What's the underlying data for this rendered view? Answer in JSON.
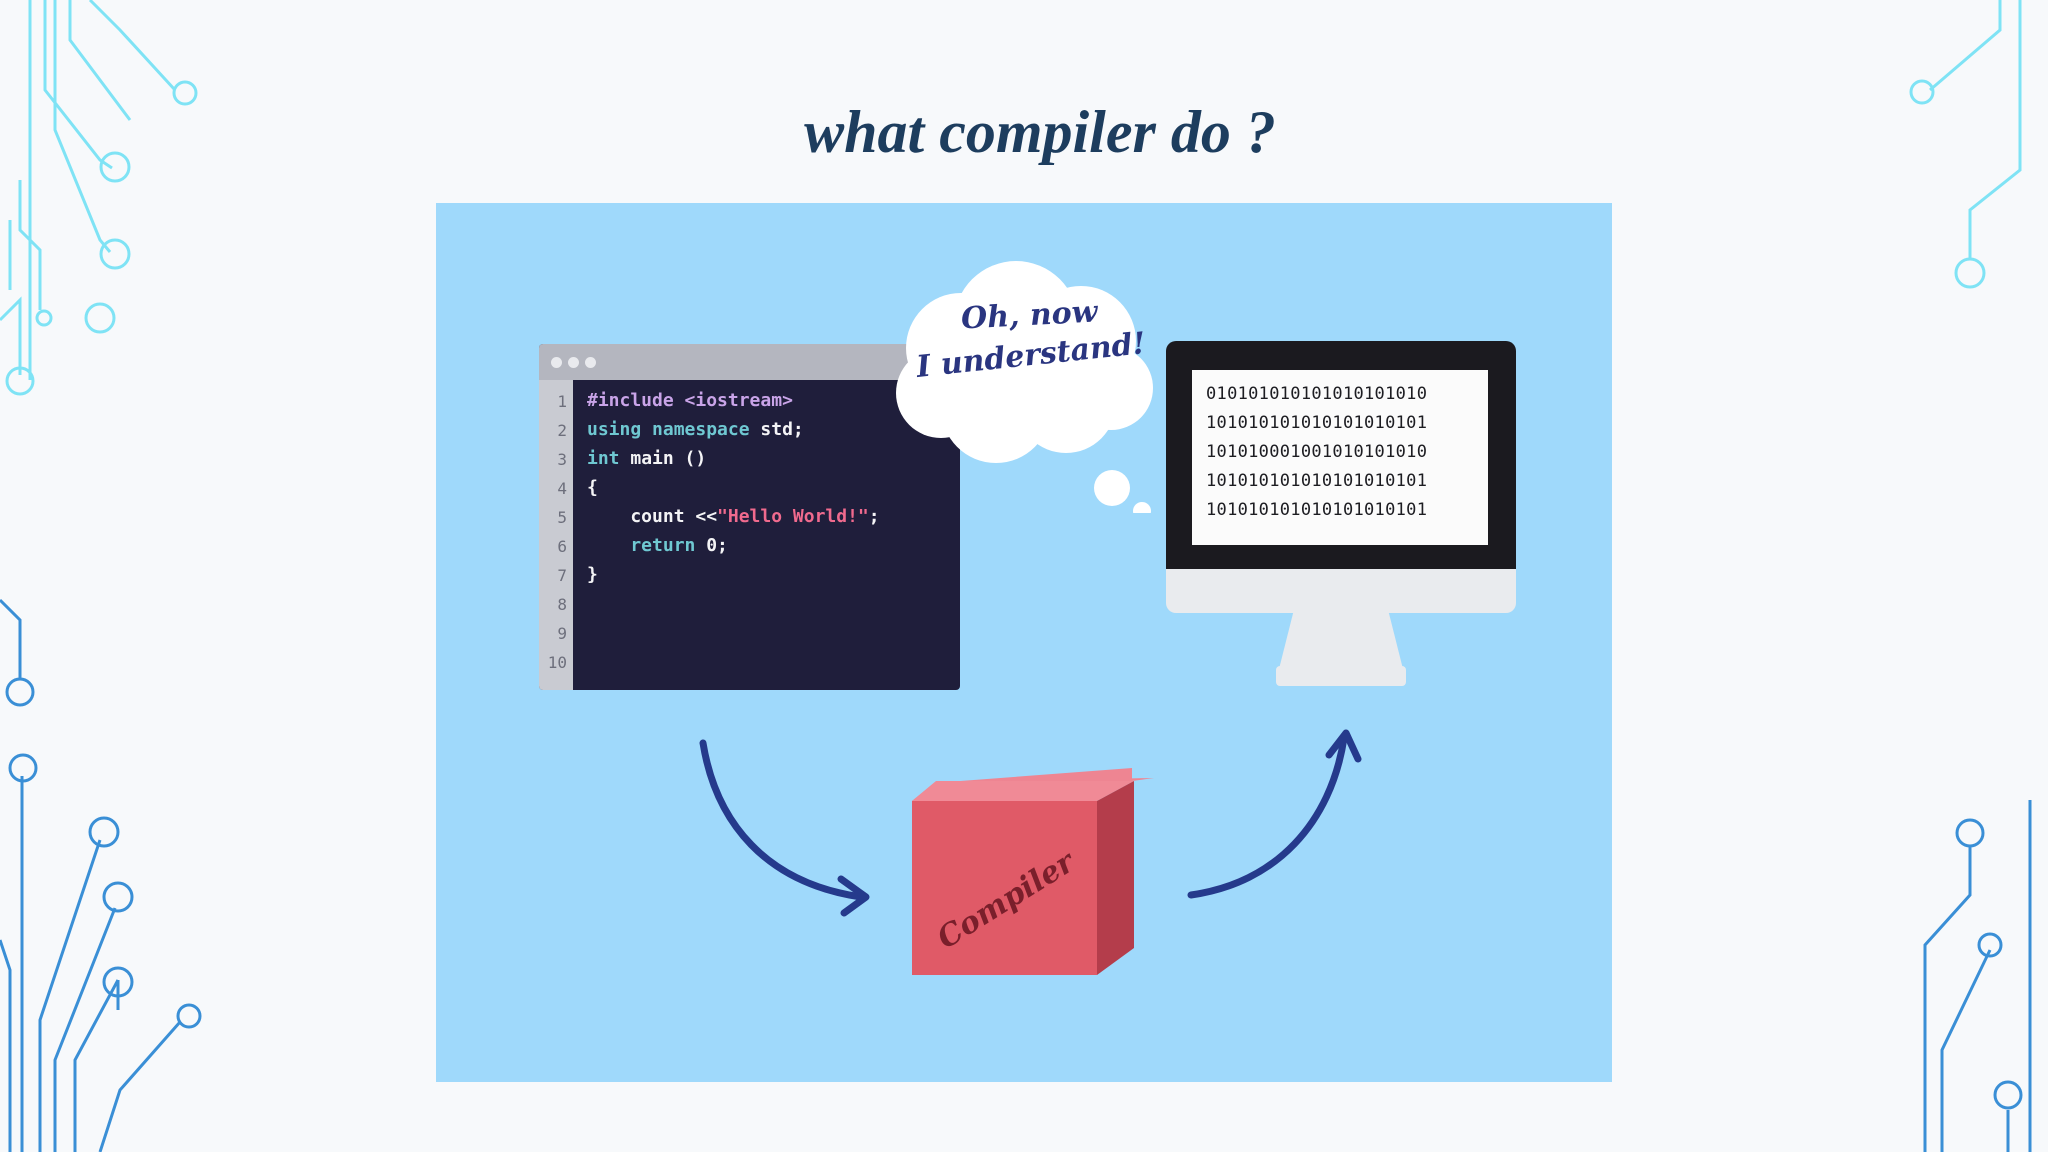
{
  "slide": {
    "title": "what compiler do ?"
  },
  "illustration": {
    "code_window": {
      "line_numbers": [
        "1",
        "2",
        "3",
        "4",
        "5",
        "6",
        "7",
        "8",
        "9",
        "10"
      ],
      "lines": [
        [
          {
            "t": "#include <iostream>",
            "c": "kw-purple"
          }
        ],
        [
          {
            "t": "using namespace ",
            "c": "kw-teal"
          },
          {
            "t": "std;",
            "c": "white"
          }
        ],
        [
          {
            "t": "int ",
            "c": "kw-teal"
          },
          {
            "t": "main ()",
            "c": "white"
          }
        ],
        [
          {
            "t": "{",
            "c": "white"
          }
        ],
        [
          {
            "t": "    count <<",
            "c": "white"
          },
          {
            "t": "\"Hello World!\"",
            "c": "str"
          },
          {
            "t": ";",
            "c": "white"
          }
        ],
        [
          {
            "t": "    return ",
            "c": "kw-teal"
          },
          {
            "t": "0;",
            "c": "white"
          }
        ],
        [
          {
            "t": "}",
            "c": "white"
          }
        ]
      ]
    },
    "thought_bubble": {
      "line1": "Oh, now",
      "line2": "I understand!"
    },
    "monitor": {
      "binary_lines": [
        "010101010101010101010",
        "101010101010101010101",
        "101010001001010101010",
        "101010101010101010101",
        "101010101010101010101"
      ]
    },
    "compiler_box": {
      "label": "Compiler"
    }
  },
  "colors": {
    "figure_background": "#9fd9fb",
    "title": "#1d3d5e",
    "arrow": "#253a8c",
    "box_front": "#e05a67",
    "box_top": "#ee8592",
    "box_side": "#b43d4b",
    "circuit_light": "#7fe3f5",
    "circuit_dark": "#3a8fd6"
  }
}
